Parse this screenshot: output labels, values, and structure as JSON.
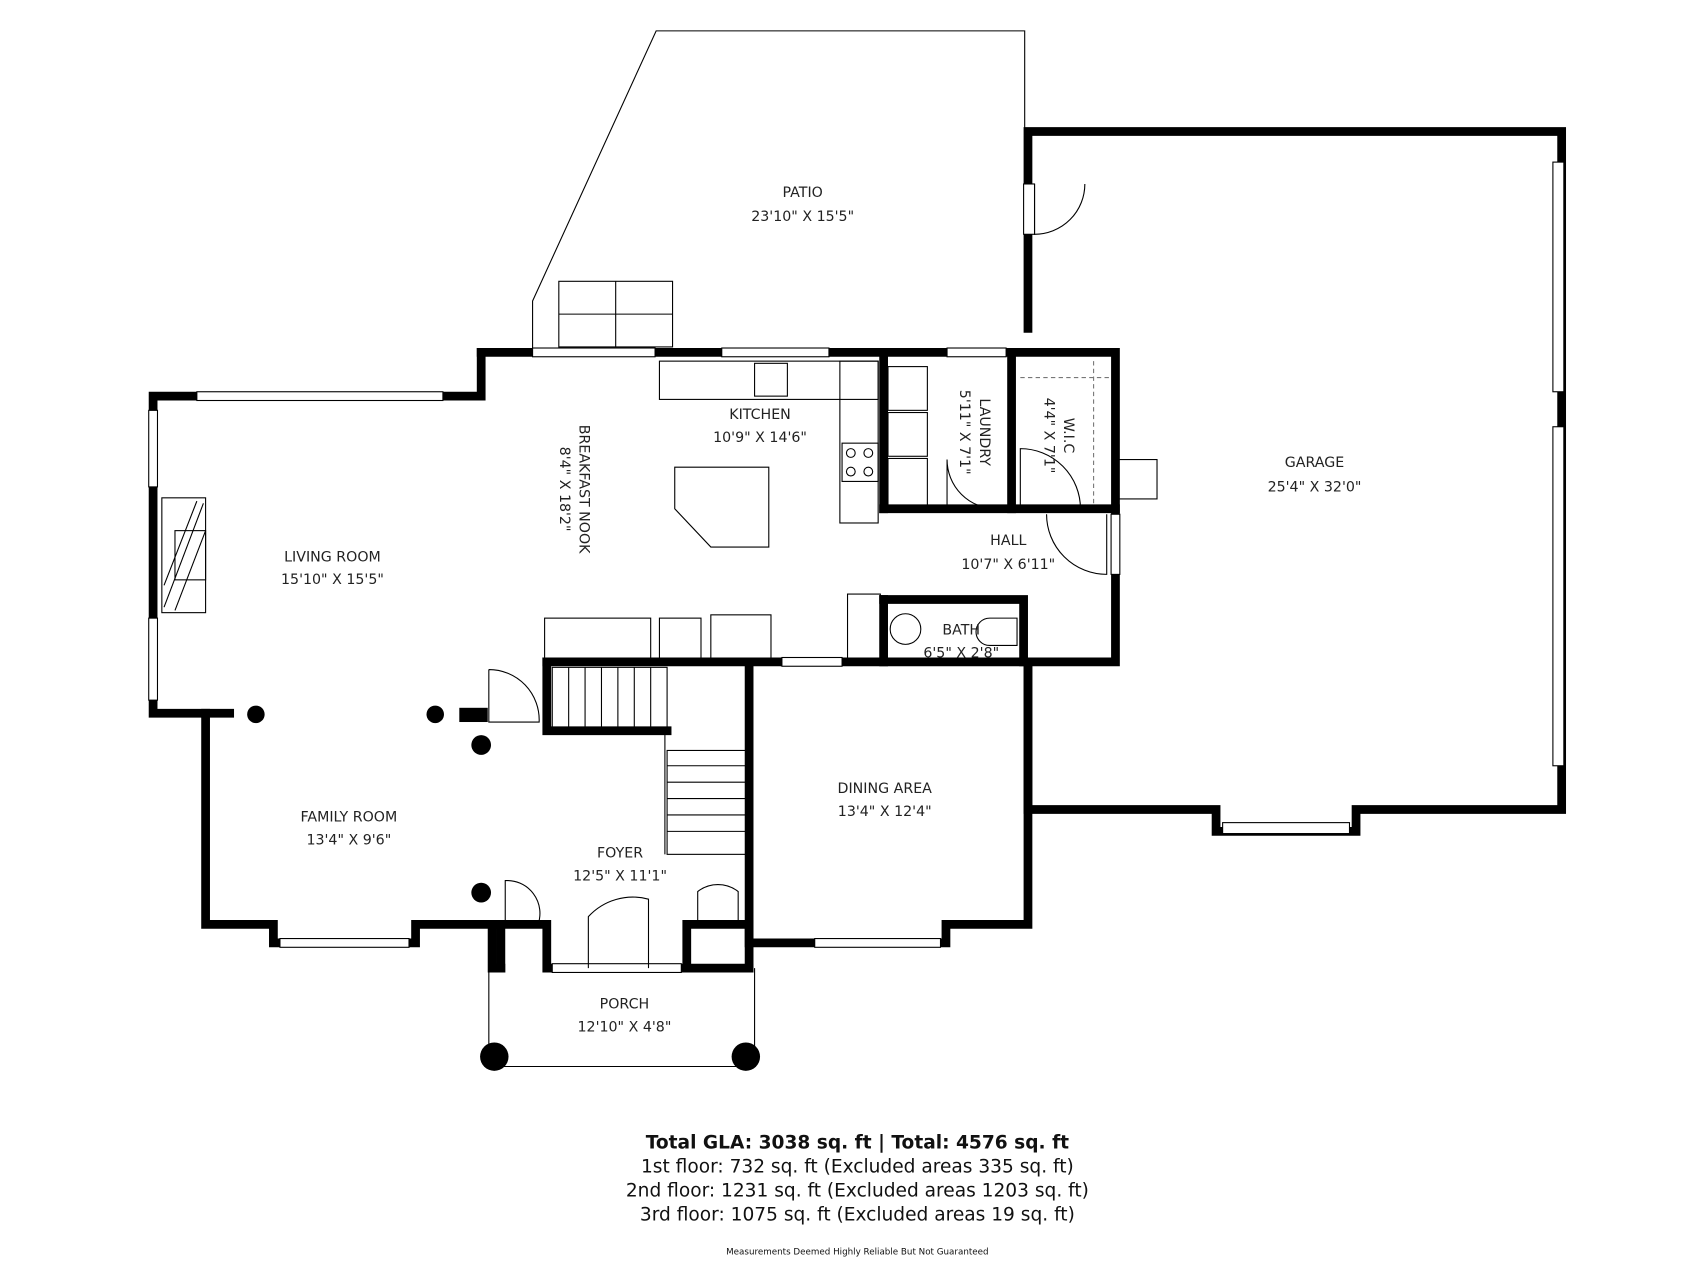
{
  "rooms": {
    "patio": {
      "name": "PATIO",
      "size": "23'10\" X 15'5\""
    },
    "garage": {
      "name": "GARAGE",
      "size": "25'4\" X 32'0\""
    },
    "kitchen": {
      "name": "KITCHEN",
      "size": "10'9\" X 14'6\""
    },
    "breakfast_nook": {
      "name": "BREAKFAST NOOK",
      "size": "8'4\" X 18'2\""
    },
    "laundry": {
      "name": "LAUNDRY",
      "size": "5'11\" X 7'1\""
    },
    "wic": {
      "name": "W.I.C",
      "size": "4'4\" X 7'1\""
    },
    "hall": {
      "name": "HALL",
      "size": "10'7\" X 6'11\""
    },
    "bath": {
      "name": "BATH",
      "size": "6'5\" X 2'8\""
    },
    "living_room": {
      "name": "LIVING ROOM",
      "size": "15'10\" X 15'5\""
    },
    "family_room": {
      "name": "FAMILY ROOM",
      "size": "13'4\" X 9'6\""
    },
    "foyer": {
      "name": "FOYER",
      "size": "12'5\" X 11'1\""
    },
    "dining_area": {
      "name": "DINING AREA",
      "size": "13'4\" X 12'4\""
    },
    "porch": {
      "name": "PORCH",
      "size": "12'10\" X 4'8\""
    }
  },
  "summary": {
    "total": "Total GLA: 3038 sq. ft | Total: 4576 sq. ft",
    "floor1": "1st floor: 732 sq. ft (Excluded areas 335 sq. ft)",
    "floor2": "2nd floor: 1231 sq. ft (Excluded areas 1203 sq. ft)",
    "floor3": "3rd floor: 1075 sq. ft (Excluded areas 19 sq. ft)",
    "disclaimer": "Measurements Deemed Highly Reliable But Not Guaranteed"
  }
}
